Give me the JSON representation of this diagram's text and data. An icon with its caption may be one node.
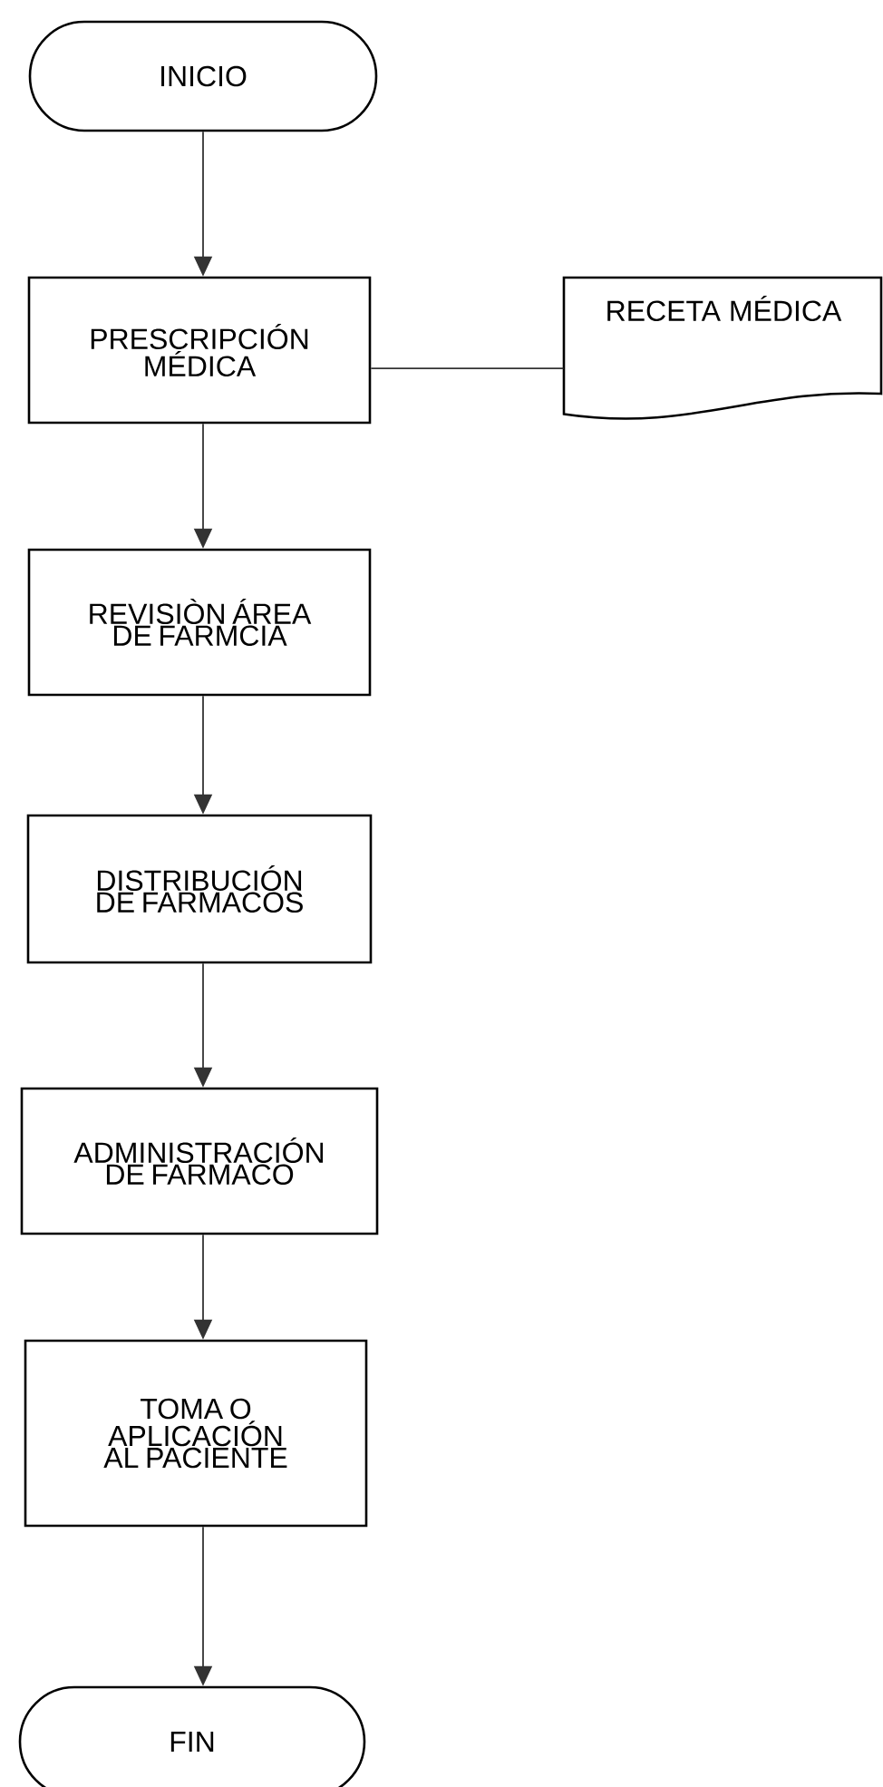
{
  "diagram": {
    "nodes": [
      {
        "text": [
          "INICIO"
        ]
      },
      {
        "text": [
          "PRESCRIPCIÓN MÉDICA"
        ]
      },
      {
        "text": [
          "REVISIÒN ÁREA DE FARMCIA"
        ]
      },
      {
        "text": [
          "DISTRIBUCIÓN DE FARMACOS"
        ]
      },
      {
        "text": [
          "ADMINISTRACIÓN DE FARMACO"
        ]
      },
      {
        "text": [
          "TOMA O APLICACIÓN AL PACIENTE"
        ]
      },
      {
        "text": [
          "FIN"
        ]
      },
      {
        "text": [
          "RECETA MÉDICA"
        ]
      }
    ],
    "edges": [
      {
        "from": 0,
        "to": 1,
        "arrow": "to"
      },
      {
        "from": 1,
        "to": 7,
        "arrow": "none"
      },
      {
        "from": 1,
        "to": 2,
        "arrow": "to"
      },
      {
        "from": 2,
        "to": 3,
        "arrow": "to"
      },
      {
        "from": 3,
        "to": 4,
        "arrow": "to"
      },
      {
        "from": 4,
        "to": 5,
        "arrow": "to"
      },
      {
        "from": 5,
        "to": 6,
        "arrow": "to"
      }
    ]
  }
}
